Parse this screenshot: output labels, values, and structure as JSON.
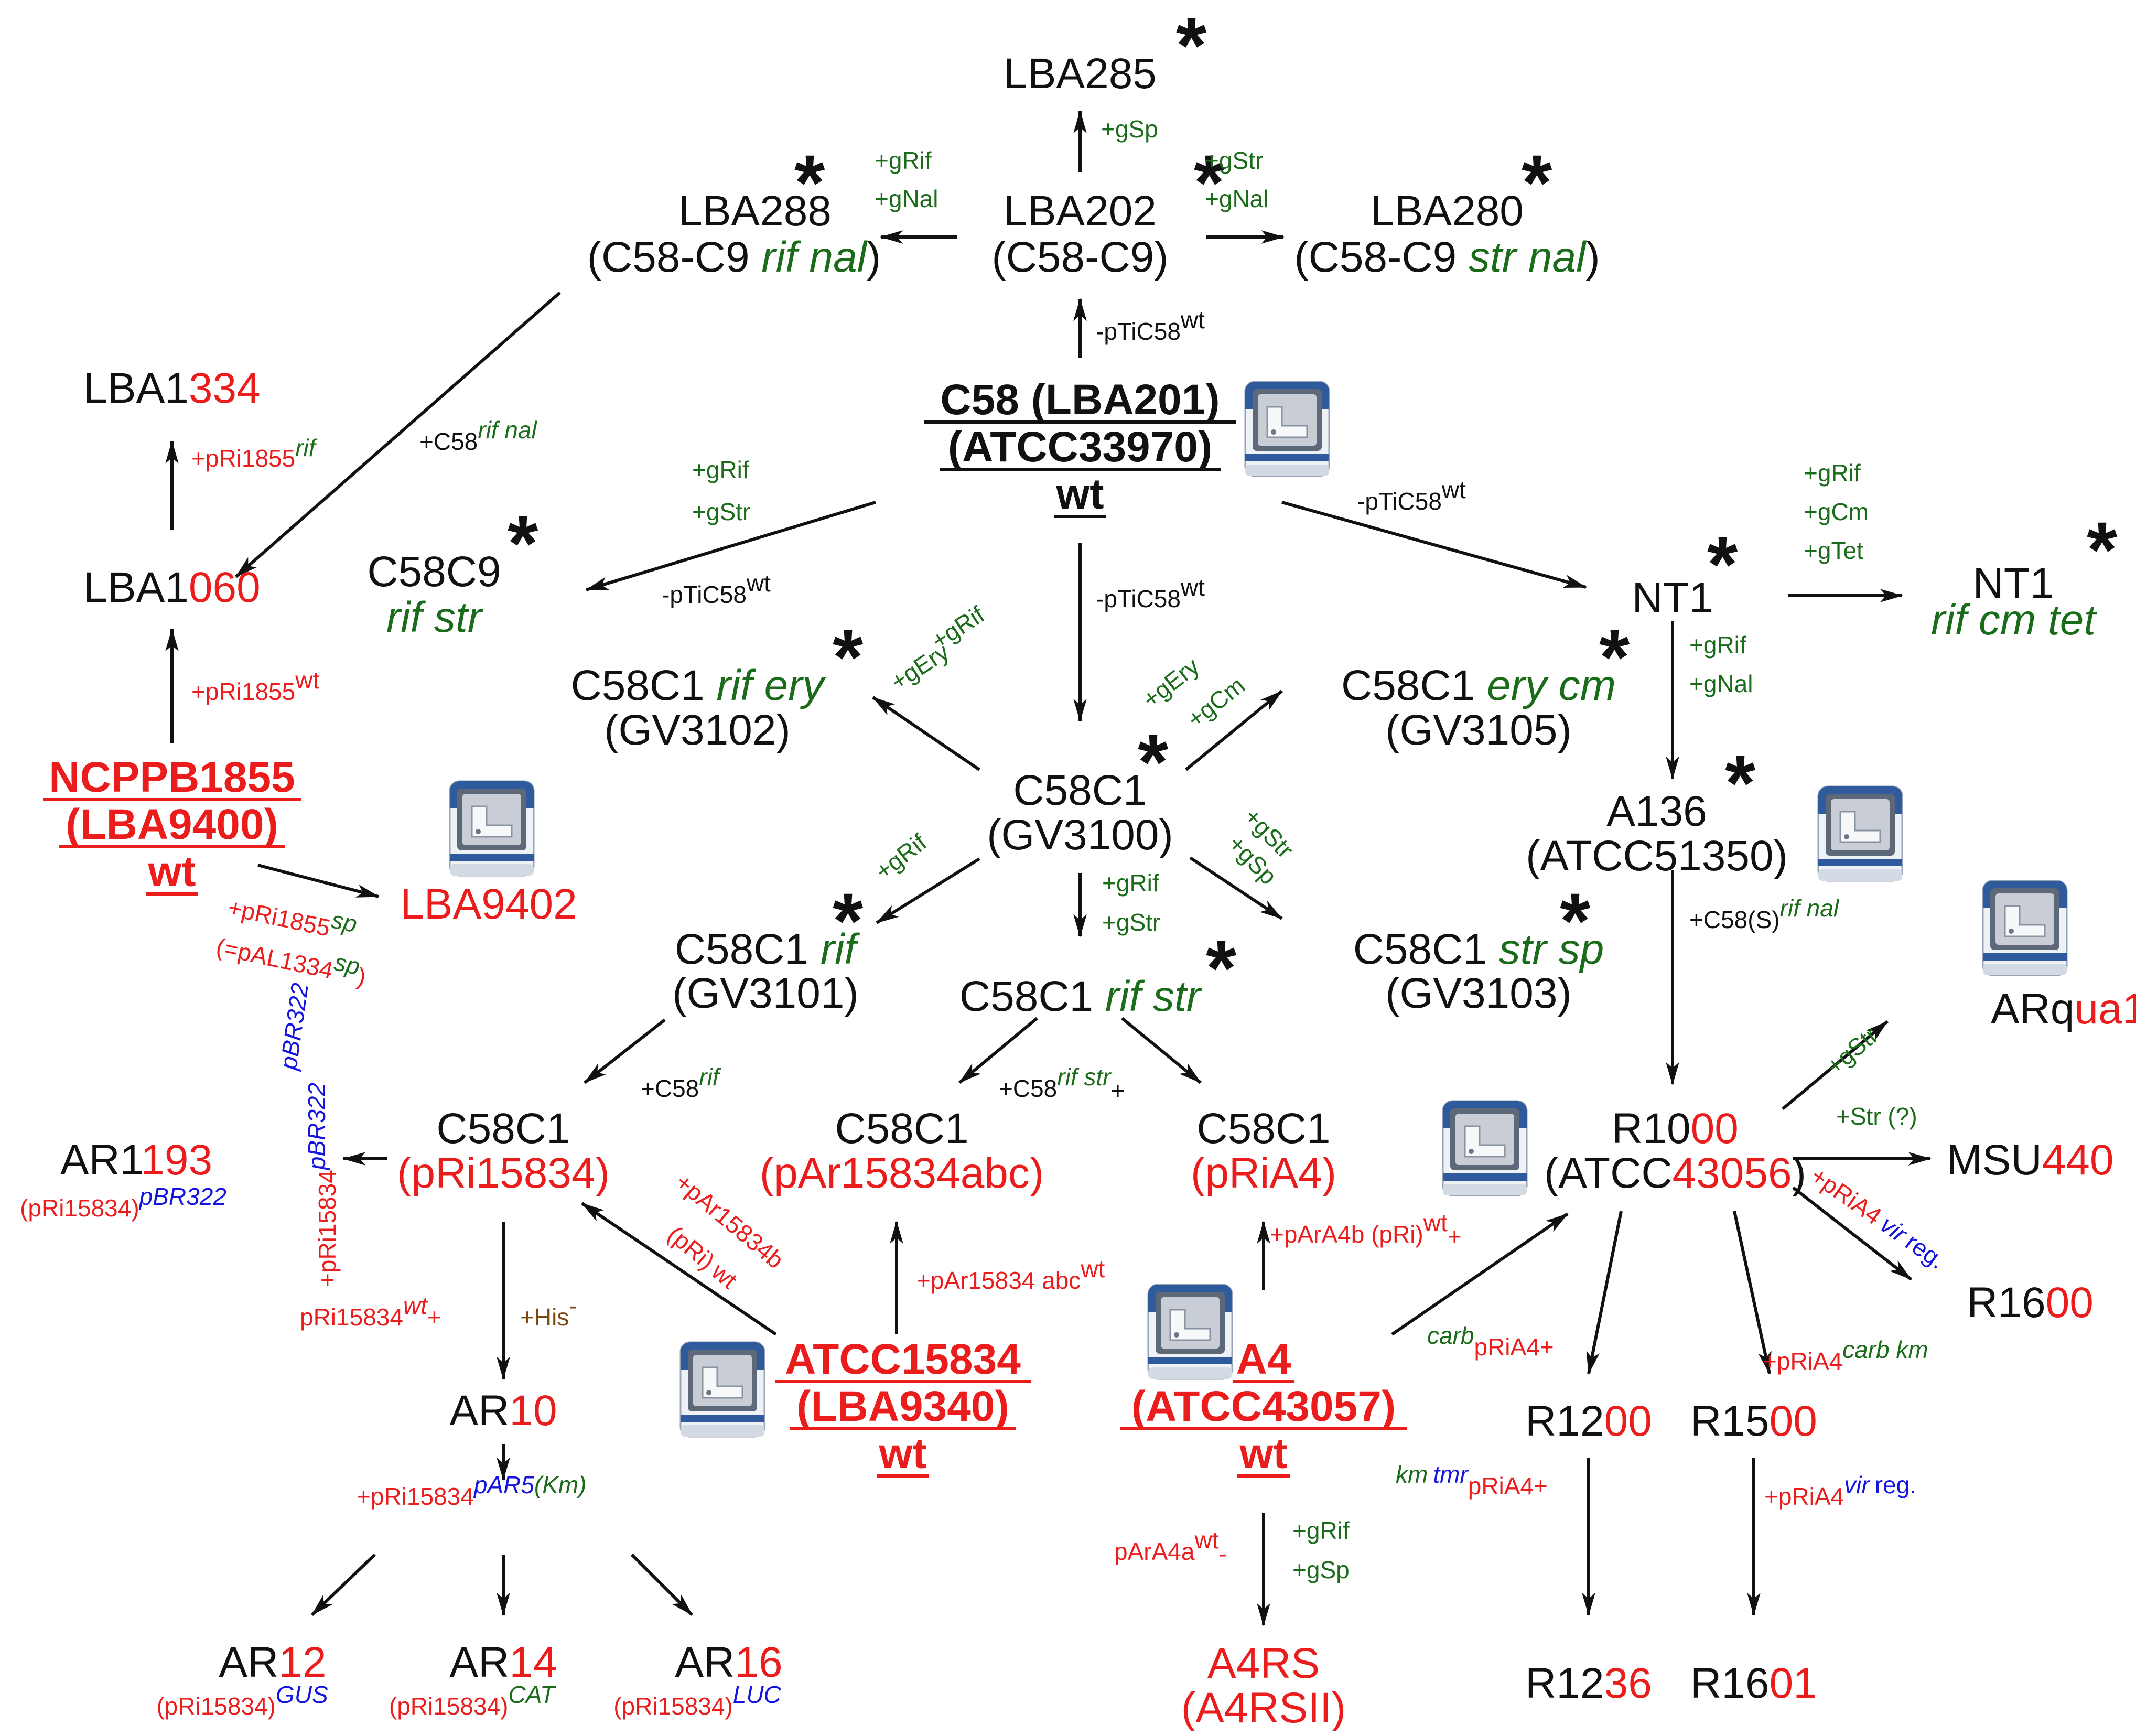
{
  "nodes": {
    "lba285": "LBA285",
    "lba288": "LBA288",
    "lba288_sub_a": "(C58-C9 ",
    "lba288_sub_b": "rif nal",
    "lba288_sub_c": ")",
    "lba202": "LBA202",
    "lba202_sub": "(C58-C9)",
    "lba280": "LBA280",
    "lba280_sub_a": "(C58-C9 ",
    "lba280_sub_b": "str nal",
    "lba280_sub_c": ")",
    "lba1334_a": "LBA1",
    "lba1334_b": "334",
    "lba1060_a": "LBA1",
    "lba1060_b": "060",
    "c58_l1": "C58 (LBA201)",
    "c58_l2": "(ATCC33970)",
    "c58_l3": "wt",
    "c58c9": "C58C9",
    "c58c9_sub": "rif str",
    "nt1": "NT1",
    "nt1rif": "NT1",
    "nt1rif_sub": "rif cm tet",
    "c58c1_riferyA": "C58C1 ",
    "c58c1_riferyB": "rif ery",
    "gv3102": "(GV3102)",
    "c58c1_erycmA": "C58C1 ",
    "c58c1_erycmB": "ery cm",
    "gv3105": "(GV3105)",
    "c58c1": "C58C1",
    "gv3100": "(GV3100)",
    "ncppb_l1": "NCPPB1855",
    "ncppb_l2": "(LBA9400)",
    "ncppb_l3": "wt",
    "lba9402": "LBA9402",
    "a136": "A136",
    "atcc51350": "(ATCC51350)",
    "c58c1_rifA": "C58C1 ",
    "c58c1_rifB": "rif",
    "gv3101": "(GV3101)",
    "c58c1_rifstrA": "C58C1 ",
    "c58c1_rifstrB": "rif str",
    "c58c1_strspA": "C58C1 ",
    "c58c1_strspB": "str sp",
    "gv3103": "(GV3103)",
    "arqua1_a": "ARq",
    "arqua1_b": "ua1",
    "ar1193_a": "AR1",
    "ar1193_b": "193",
    "ar1193_sub_a": "(pRi15834)",
    "ar1193_sub_b": "pBR322",
    "c58c1_pri": "C58C1",
    "c58c1_pri_sub": "(pRi15834)",
    "c58c1_par": "C58C1",
    "c58c1_par_sub": "(pAr15834abc)",
    "c58c1_pria4": "C58C1",
    "c58c1_pria4_sub": "(pRiA4)",
    "r1000_a": "R10",
    "r1000_b": "00",
    "r1000_sub_a": "(ATCC",
    "r1000_sub_b": "43056",
    "r1000_sub_c": ")",
    "msu440_a": "MSU",
    "msu440_b": "440",
    "r1600_a": "R16",
    "r1600_b": "00",
    "ar10_a": "AR",
    "ar10_b": "10",
    "atcc15834_l1": "ATCC15834",
    "atcc15834_l2": "(LBA9340)",
    "atcc15834_l3": "wt",
    "a4_l1": "A4",
    "a4_l2": "(ATCC43057)",
    "a4_l3": "wt",
    "r1200_a": "R12",
    "r1200_b": "00",
    "r1500_a": "R15",
    "r1500_b": "00",
    "ar12_a": "AR",
    "ar12_b": "12",
    "ar12_sub_a": "(pRi15834)",
    "ar12_sub_b": "GUS",
    "ar14_a": "AR",
    "ar14_b": "14",
    "ar14_sub_a": "(pRi15834)",
    "ar14_sub_b": "CAT",
    "ar16_a": "AR",
    "ar16_b": "16",
    "ar16_sub_a": "(pRi15834)",
    "ar16_sub_b": "LUC",
    "a4rs": "A4RS",
    "a4rsii": "(A4RSII)",
    "r1236_a": "R12",
    "r1236_b": "36",
    "r1601_a": "R16",
    "r1601_b": "01",
    "asterisk": "*"
  },
  "labels": {
    "gsp": "+gSp",
    "grif": "+gRif",
    "gnal": "+gNal",
    "gstr": "+gStr",
    "gcm": "+gCm",
    "gtet": "+gTet",
    "gery": "+gEry",
    "ptic58": "-pTiC58",
    "wt": "wt",
    "pri1855": "+pRi1855",
    "rif": "rif",
    "c58": "+C58",
    "rifnal": "rif nal",
    "sp": "sp",
    "pri1855sp_a": "+pRi1855",
    "pal1334": "(=pAL1334",
    "paren": ")",
    "c58s": "+C58(S)",
    "rifstr": "rif str",
    "plus": "+",
    "str_q": "+Str (?)",
    "pbr322": "pBR322",
    "pri15834": "+pRi15834",
    "par15834b_a": "+pAr15834b",
    "par15834b_b": "(pRi)",
    "par15834abc": "+pAr15834 abc",
    "para4b": "+pArA4b (pRi)",
    "pria4_vir_a": "+pRiA4",
    "vir": "vir",
    "reg": "reg.",
    "pri15834wt": "pRi15834",
    "his": "+His",
    "minus": "-",
    "carb": "carb",
    "pria4plus": "pRiA4+",
    "pria4": "+pRiA4",
    "carbkm": "carb km",
    "par5": "pAR5",
    "km_paren": "(Km)",
    "km": "km",
    "tmr": "tmr",
    "para4a": "pArA4a"
  },
  "icon_names": [
    "sequencer-icon"
  ],
  "colors": {
    "black": "#111111",
    "red": "#ea1c1c",
    "green": "#1a6b1a",
    "blue": "#1414e0",
    "brown": "#7a4a10"
  }
}
